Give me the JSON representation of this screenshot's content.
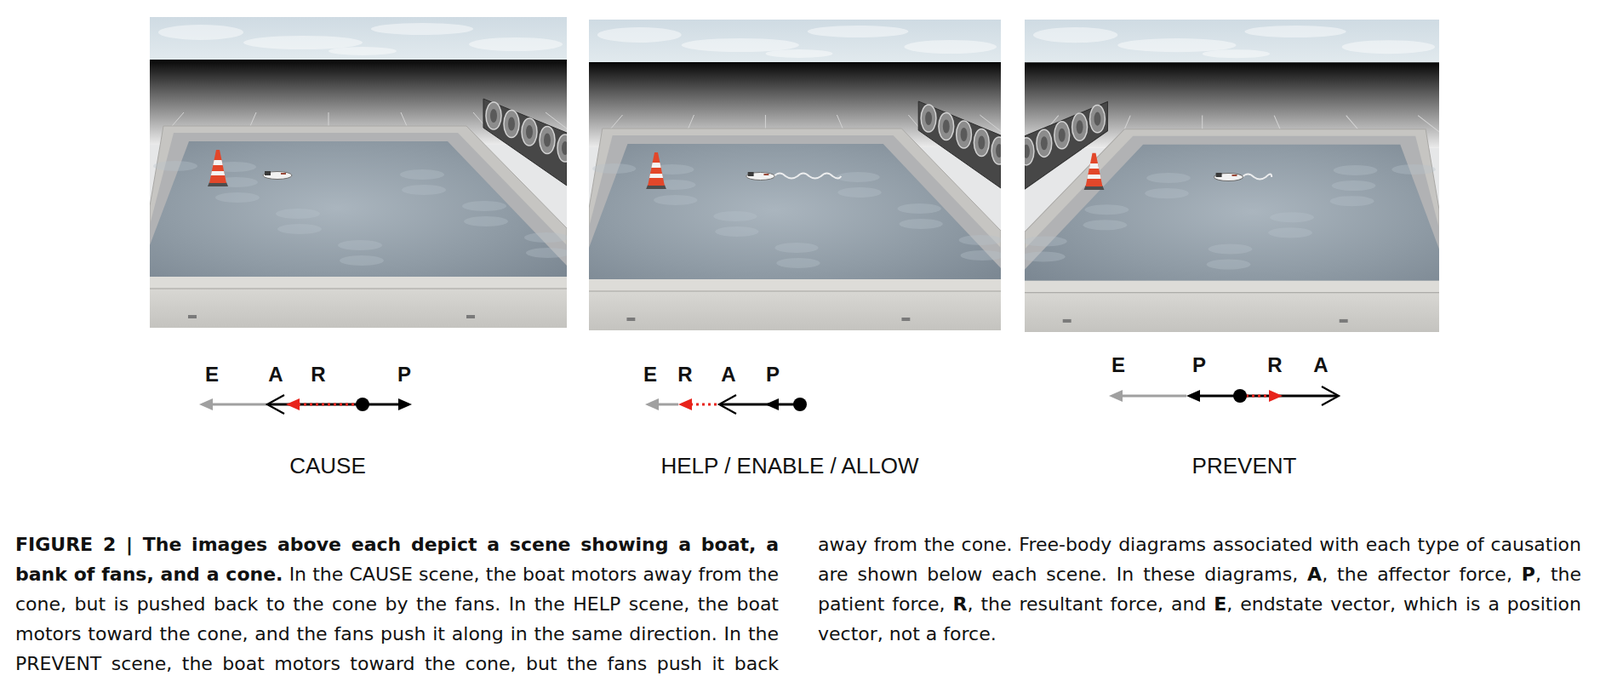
{
  "diagram": {
    "caption": "FIGURE 2 | The images above each depict a scene showing a boat, a bank of fans, and a cone. In the CAUSE scene, the boat motors away from the cone, but is pushed back to the cone by the fans. In the HELP scene, the boat motors toward the cone, and the fans push it along in the same direction. In the PREVENT scene, the boat motors toward the cone, but the fans push it back away from the cone. Free-body diagrams associated with each type of causation are shown below each scene. In these diagrams, A, the affector force, P, the patient force, R, the resultant force, and E, endstate vector, which is a position vector, not a force.",
    "labels": [
      "E",
      "A",
      "R",
      "P",
      "CAUSE",
      "E",
      "R",
      "A",
      "P",
      "HELP / ENABLE / ALLOW",
      "E",
      "P",
      "R",
      "A",
      "PREVENT"
    ]
  }
}
